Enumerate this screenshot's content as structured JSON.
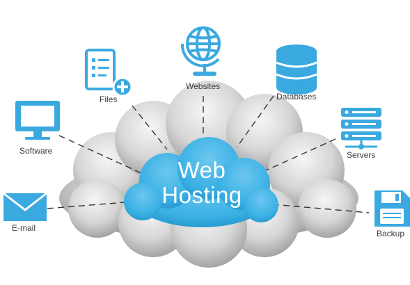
{
  "center": {
    "line1": "Web",
    "line2": "Hosting"
  },
  "services": [
    {
      "id": "websites",
      "label": "Websites",
      "icon": "globe-icon"
    },
    {
      "id": "files",
      "label": "Files",
      "icon": "file-add-icon"
    },
    {
      "id": "databases",
      "label": "Databases",
      "icon": "database-icon"
    },
    {
      "id": "software",
      "label": "Software",
      "icon": "monitor-icon"
    },
    {
      "id": "servers",
      "label": "Servers",
      "icon": "server-rack-icon"
    },
    {
      "id": "email",
      "label": "E-mail",
      "icon": "envelope-icon"
    },
    {
      "id": "backup",
      "label": "Backup",
      "icon": "floppy-disk-icon"
    }
  ],
  "colors": {
    "accent": "#3fb2e6",
    "icon": "#3aa9e0",
    "cloud_light": "#ececec",
    "cloud_shadow": "#9a9a9a",
    "line": "#333333",
    "label": "#3a3a3a"
  }
}
